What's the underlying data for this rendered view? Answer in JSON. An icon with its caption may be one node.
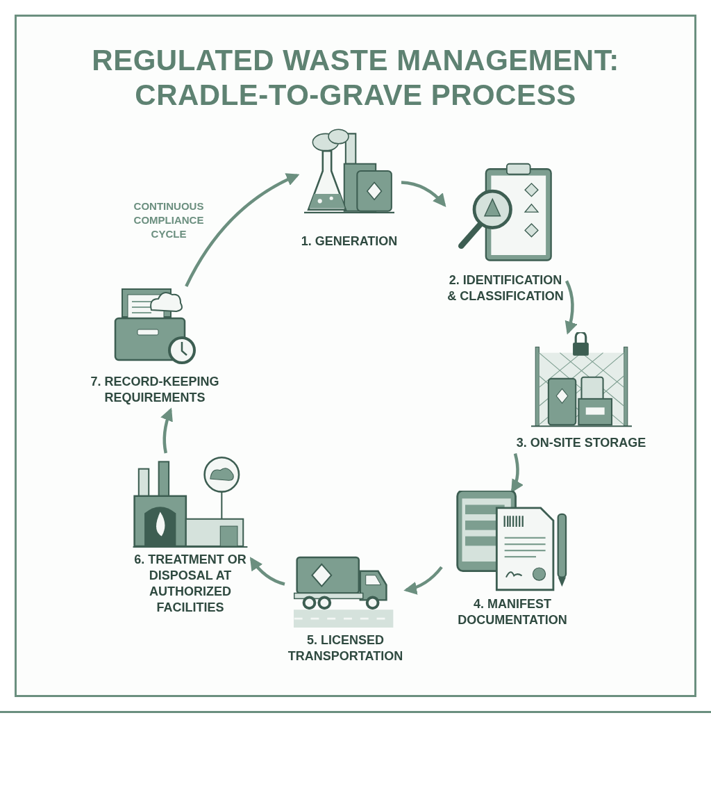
{
  "diagram": {
    "title": "REGULATED WASTE MANAGEMENT: CRADLE-TO-GRAVE PROCESS",
    "nodes": [
      {
        "text": [
          "1. GENERATION"
        ]
      },
      {
        "text": [
          "2. IDENTIFICATION & CLASSIFICATION"
        ]
      },
      {
        "text": [
          "3. ON-SITE STORAGE"
        ]
      },
      {
        "text": [
          "4. MANIFEST DOCUMENTATION"
        ]
      },
      {
        "text": [
          "5. LICENSED TRANSPORTATION"
        ]
      },
      {
        "text": [
          "6. TREATMENT OR DISPOSAL AT AUTHORIZED FACILITIES"
        ]
      },
      {
        "text": [
          "7. RECORD-KEEPING REQUIREMENTS"
        ]
      }
    ],
    "edges": [
      {
        "from": 0,
        "to": 1,
        "arrow": "to"
      },
      {
        "from": 1,
        "to": 2,
        "arrow": "to"
      },
      {
        "from": 2,
        "to": 3,
        "arrow": "to"
      },
      {
        "from": 3,
        "to": 4,
        "arrow": "to"
      },
      {
        "from": 4,
        "to": 5,
        "arrow": "to"
      },
      {
        "from": 5,
        "to": 6,
        "arrow": "to"
      },
      {
        "from": 6,
        "to": 0,
        "arrow": "to"
      }
    ],
    "labels": [
      "CONTINUOUS COMPLIANCE CYCLE"
    ]
  }
}
